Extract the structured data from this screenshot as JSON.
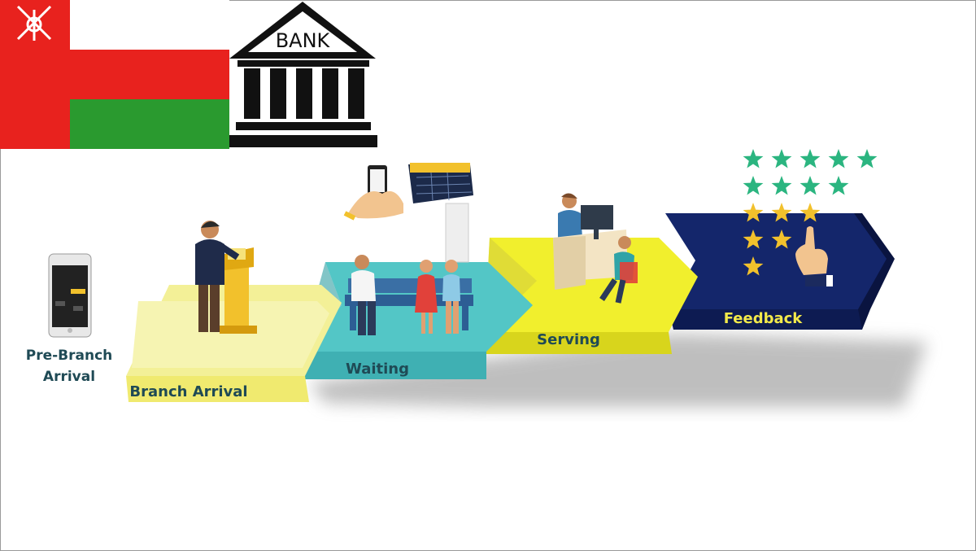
{
  "bank_label": "BANK",
  "stages": {
    "pre_branch": "Pre-Branch Arrival",
    "branch_arrival": "Branch Arrival",
    "waiting": "Waiting",
    "serving": "Serving",
    "feedback": "Feedback"
  },
  "colors": {
    "flag_red": "#e8221e",
    "flag_green": "#2a9a2f",
    "branch_yellow": "#f3f097",
    "waiting_teal": "#53c6c6",
    "serving_yellow": "#f1ef2d",
    "feedback_navy": "#0e1d56",
    "label_dark": "#1f4a55",
    "label_yellow": "#f2e94a",
    "star_green": "#2bb580",
    "star_yellow": "#f2c12c"
  },
  "ratings": {
    "rows_of_stars": [
      5,
      4,
      3,
      2,
      1
    ]
  }
}
